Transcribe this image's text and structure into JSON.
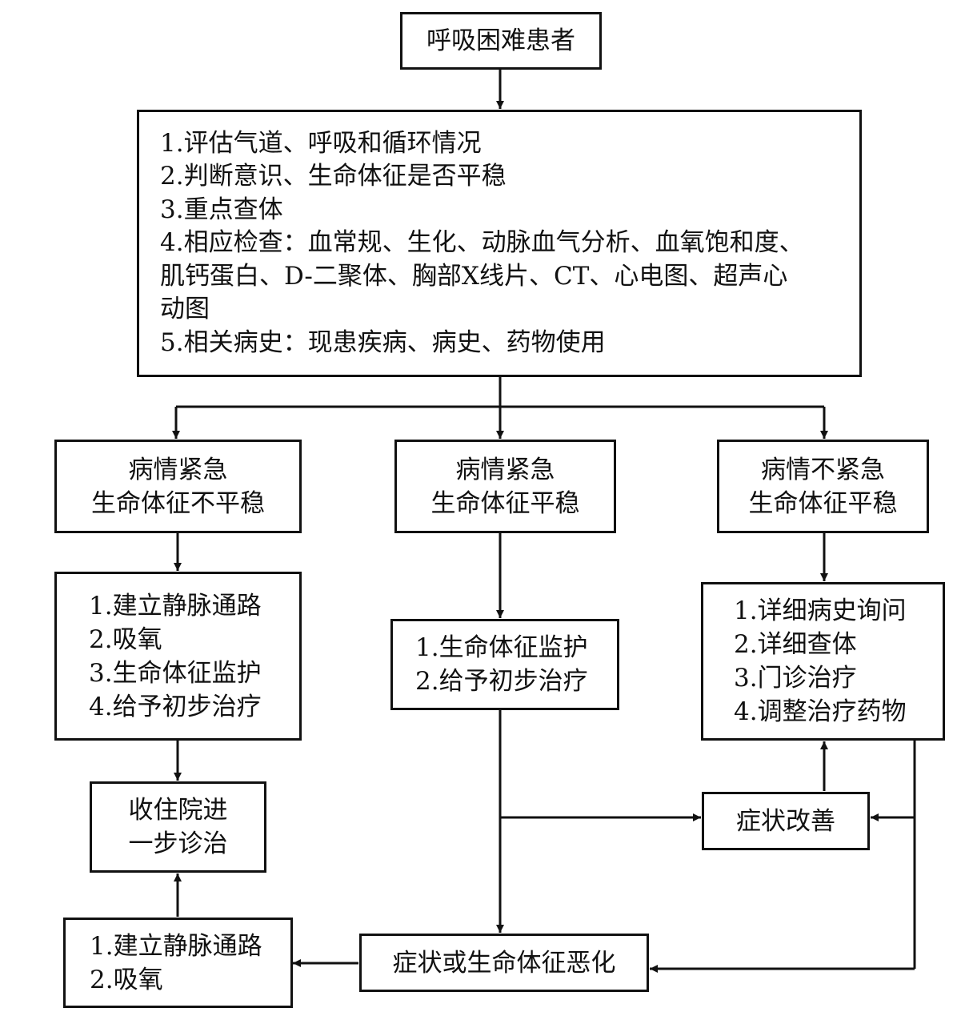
{
  "nodes": {
    "start": {
      "lines": [
        "呼吸困难患者"
      ]
    },
    "assess": {
      "lines": [
        "1.评估气道、呼吸和循环情况",
        "2.判断意识、生命体征是否平稳",
        "3.重点查体",
        "4.相应检查：血常规、生化、动脉血气分析、血氧饱和度、",
        "肌钙蛋白、D-二聚体、胸部X线片、CT、心电图、超声心",
        "动图",
        "5.相关病史：现患疾病、病史、药物使用"
      ]
    },
    "urgent_unstable": {
      "lines": [
        "病情紧急",
        "生命体征不平稳"
      ]
    },
    "urgent_stable": {
      "lines": [
        "病情紧急",
        "生命体征平稳"
      ]
    },
    "nonurgent_stable": {
      "lines": [
        "病情不紧急",
        "生命体征平稳"
      ]
    },
    "action_left": {
      "lines": [
        "1.建立静脉通路",
        "2.吸氧",
        "3.生命体征监护",
        "4.给予初步治疗"
      ]
    },
    "action_mid": {
      "lines": [
        "1.生命体征监护",
        "2.给予初步治疗"
      ]
    },
    "action_right": {
      "lines": [
        "1.详细病史询问",
        "2.详细查体",
        "3.门诊治疗",
        "4.调整治疗药物"
      ]
    },
    "admit": {
      "lines": [
        "收住院进",
        "一步诊治"
      ]
    },
    "improve": {
      "lines": [
        "症状改善"
      ]
    },
    "worsen": {
      "lines": [
        "症状或生命体征恶化"
      ]
    },
    "action_bottom": {
      "lines": [
        "1.建立静脉通路",
        "2.吸氧"
      ]
    }
  }
}
